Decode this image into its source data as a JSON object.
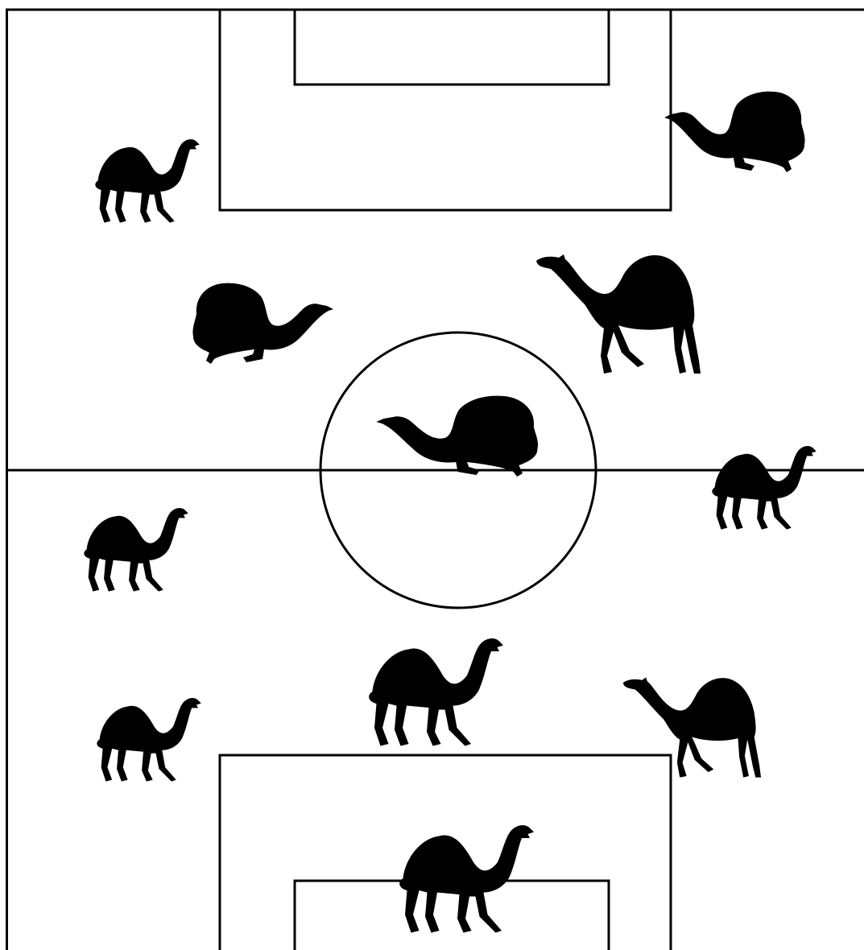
{
  "colors": {
    "background": "#ffffff",
    "lines": "#000000",
    "silhouettes": "#000000"
  },
  "pitch": {
    "markings": [
      "touchline",
      "halfway-line",
      "centre-circle",
      "top-penalty-area",
      "top-goal-area",
      "bottom-penalty-area",
      "bottom-goal-area"
    ]
  },
  "players": [
    {
      "name": "camel-standing-1",
      "pose": "standing",
      "facing": "right"
    },
    {
      "name": "camel-kneeling-1",
      "pose": "kneeling",
      "facing": "left"
    },
    {
      "name": "camel-kneeling-2",
      "pose": "kneeling",
      "facing": "right"
    },
    {
      "name": "camel-walking-1",
      "pose": "walking",
      "facing": "left"
    },
    {
      "name": "camel-kneeling-center",
      "pose": "kneeling",
      "facing": "left"
    },
    {
      "name": "camel-standing-2",
      "pose": "standing",
      "facing": "right"
    },
    {
      "name": "camel-standing-3",
      "pose": "standing",
      "facing": "right"
    },
    {
      "name": "camel-standing-4",
      "pose": "standing",
      "facing": "right"
    },
    {
      "name": "camel-standing-5",
      "pose": "standing",
      "facing": "right"
    },
    {
      "name": "camel-walking-2",
      "pose": "walking",
      "facing": "left"
    },
    {
      "name": "camel-standing-6",
      "pose": "standing",
      "facing": "right"
    }
  ]
}
